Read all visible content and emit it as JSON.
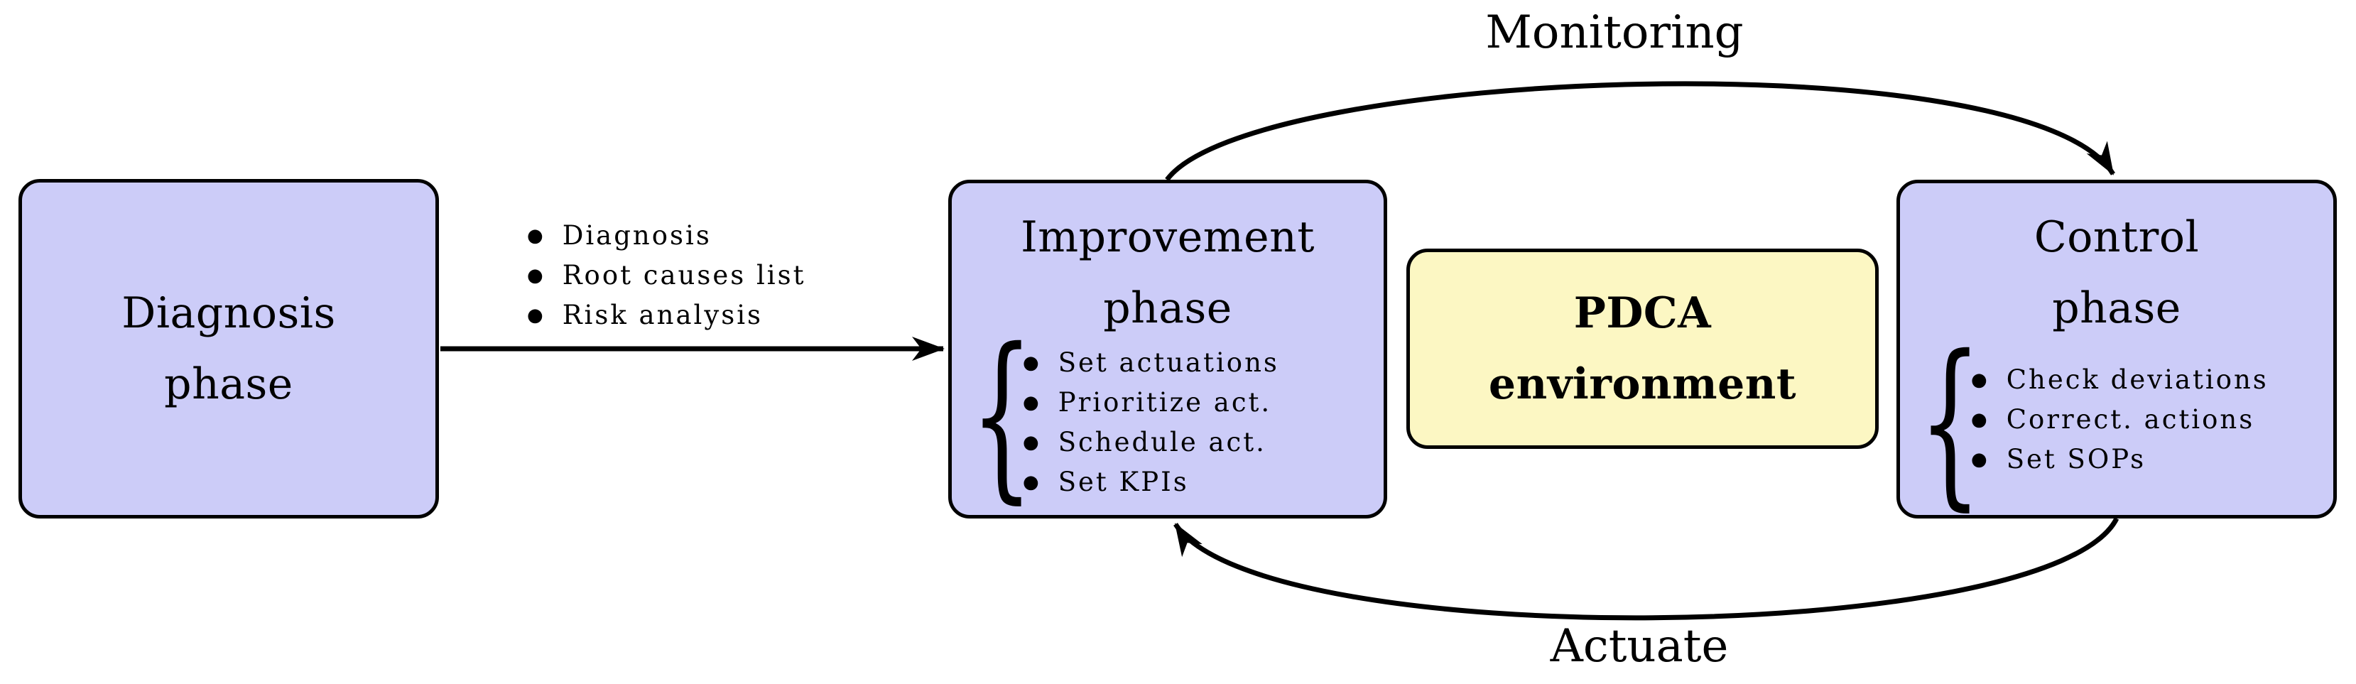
{
  "ui": {
    "bullet": "●",
    "brace": "{"
  },
  "colors": {
    "node_fill": "#CCCCF8",
    "pdca_fill": "#FCF7C3",
    "stroke": "#000000",
    "background": "#FFFFFF"
  },
  "nodes": {
    "diagnosis": {
      "title": "Diagnosis\nphase"
    },
    "improvement": {
      "title": "Improvement\nphase",
      "items": [
        "Set actuations",
        "Prioritize act.",
        "Schedule act.",
        "Set KPIs"
      ]
    },
    "pdca": {
      "title": "PDCA\nenvironment"
    },
    "control": {
      "title": "Control\nphase",
      "items": [
        "Check deviations",
        "Correct. actions",
        "Set SOPs"
      ]
    }
  },
  "transfer_list": {
    "items": [
      "Diagnosis",
      "Root causes list",
      "Risk analysis"
    ]
  },
  "edges": {
    "monitoring_label": "Monitoring",
    "actuate_label": "Actuate"
  }
}
